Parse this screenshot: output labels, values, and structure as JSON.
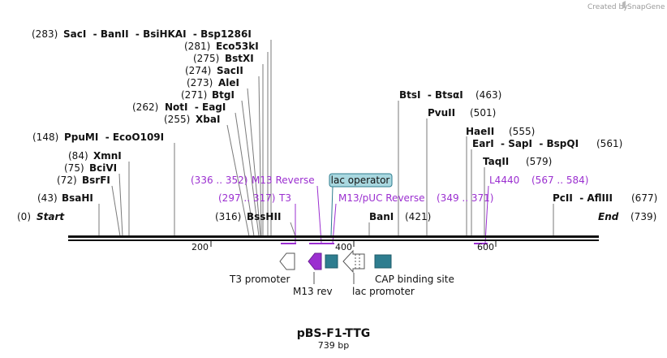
{
  "credit": {
    "prefix": "Created by",
    "brand": "SnapGene"
  },
  "title": "pBS-F1-TTG",
  "length_text": "739 bp",
  "ticks": [
    "200",
    "400",
    "600"
  ],
  "ends": {
    "start_pos": "(0)",
    "start_label": "Start",
    "end_label": "End",
    "end_pos": "(739)"
  },
  "enzymes": {
    "saci": {
      "pos": "(283)",
      "name": "SacI  - BanII  - BsiHKAI  - Bsp1286I"
    },
    "eco53ki": {
      "pos": "(281)",
      "name": "Eco53kI"
    },
    "bstxi": {
      "pos": "(275)",
      "name": "BstXI"
    },
    "sacii": {
      "pos": "(274)",
      "name": "SacII"
    },
    "alei": {
      "pos": "(273)",
      "name": "AleI"
    },
    "btgi": {
      "pos": "(271)",
      "name": "BtgI"
    },
    "noti": {
      "pos": "(262)",
      "name": "NotI  - EagI"
    },
    "xbai": {
      "pos": "(255)",
      "name": "XbaI"
    },
    "ppumi": {
      "pos": "(148)",
      "name": "PpuMI  - EcoO109I"
    },
    "xmni": {
      "pos": "(84)",
      "name": "XmnI"
    },
    "bcivi": {
      "pos": "(75)",
      "name": "BciVI"
    },
    "bsrfi": {
      "pos": "(72)",
      "name": "BsrFI"
    },
    "bsahi": {
      "pos": "(43)",
      "name": "BsaHI"
    },
    "bsshii": {
      "pos": "(316)",
      "name": "BssHII"
    },
    "btsi": {
      "name": "BtsI  - BtsαI",
      "pos": "(463)"
    },
    "pvuii": {
      "name": "PvuII",
      "pos": "(501)"
    },
    "haeii": {
      "name": "HaeII",
      "pos": "(555)"
    },
    "eari": {
      "name": "EarI  - SapI  - BspQI",
      "pos": "(561)"
    },
    "taqii": {
      "name": "TaqII",
      "pos": "(579)"
    },
    "bani": {
      "name": "BanI",
      "pos": "(421)"
    },
    "pcii": {
      "name": "PcII  - AflIII",
      "pos": "(677)"
    }
  },
  "primers": {
    "m13rev": {
      "range": "(336 .. 352)",
      "name": "M13 Reverse"
    },
    "t3": {
      "range": "(297 .. 317)",
      "name": "T3"
    },
    "m13puc": {
      "name": "M13/pUC Reverse",
      "range": "(349 .. 371)"
    },
    "l4440": {
      "name": "L4440",
      "range": "(567 .. 584)"
    }
  },
  "lac_operator": "lac operator",
  "features": {
    "t3_promoter": "T3 promoter",
    "m13_rev": "M13 rev",
    "lac_promoter": "lac promoter",
    "cap_site": "CAP binding site"
  },
  "colors": {
    "primer": "#9b2fd0",
    "feature_teal": "#2e7d8f",
    "operator_fill": "#a9d8e0",
    "operator_border": "#2e7d8f"
  }
}
